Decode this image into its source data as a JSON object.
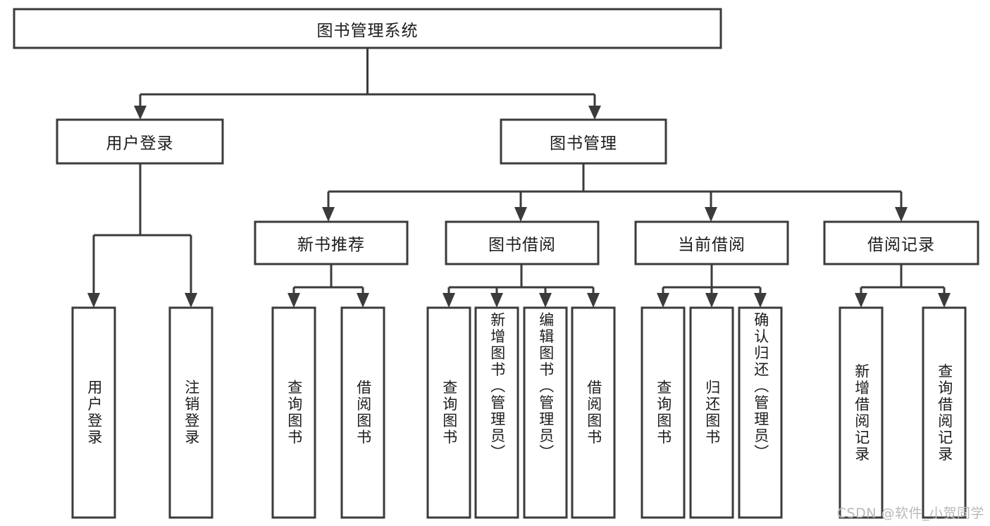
{
  "diagram": {
    "type": "hierarchy-tree",
    "title": "图书管理系统",
    "watermark": "CSDN @软件_小贺同学",
    "colors": {
      "stroke": "#3b3b3b",
      "fill": "#ffffff",
      "text": "#1c1c1c",
      "watermark": "#b9b9b9"
    },
    "levels": {
      "root": "图书管理系统",
      "level2": [
        "用户登录",
        "图书管理"
      ],
      "level3": [
        "新书推荐",
        "图书借阅",
        "当前借阅",
        "借阅记录"
      ],
      "level4_groups": [
        {
          "parent": "用户登录",
          "children": [
            "用户登录",
            "注销登录"
          ]
        },
        {
          "parent": "新书推荐",
          "children": [
            "查询图书",
            "借阅图书"
          ]
        },
        {
          "parent": "图书借阅",
          "children": [
            "查询图书",
            "新增图书（管理员）",
            "编辑图书（管理员）",
            "借阅图书"
          ]
        },
        {
          "parent": "当前借阅",
          "children": [
            "查询图书",
            "归还图书",
            "确认归还（管理员）"
          ]
        },
        {
          "parent": "借阅记录",
          "children": [
            "新增借阅记录",
            "查询借阅记录"
          ]
        }
      ]
    },
    "nodes": {
      "root": {
        "label": "图书管理系统"
      },
      "user_login": {
        "label": "用户登录"
      },
      "book_manage": {
        "label": "图书管理"
      },
      "new_book_rec": {
        "label": "新书推荐"
      },
      "book_borrow": {
        "label": "图书借阅"
      },
      "current_borrow": {
        "label": "当前借阅"
      },
      "borrow_record": {
        "label": "借阅记录"
      },
      "leaf_user_login": {
        "label": "用户登录"
      },
      "leaf_logout": {
        "label": "注销登录"
      },
      "leaf_query_book_a": {
        "label": "查询图书"
      },
      "leaf_borrow_book_a": {
        "label": "借阅图书"
      },
      "leaf_query_book_b": {
        "label": "查询图书"
      },
      "leaf_add_book": {
        "label": "新增图书（管理员）"
      },
      "leaf_edit_book": {
        "label": "编辑图书（管理员）"
      },
      "leaf_borrow_book_b": {
        "label": "借阅图书"
      },
      "leaf_query_book_c": {
        "label": "查询图书"
      },
      "leaf_return_book": {
        "label": "归还图书"
      },
      "leaf_confirm_return": {
        "label": "确认归还（管理员）"
      },
      "leaf_add_record": {
        "label": "新增借阅记录"
      },
      "leaf_query_record": {
        "label": "查询借阅记录"
      }
    }
  }
}
